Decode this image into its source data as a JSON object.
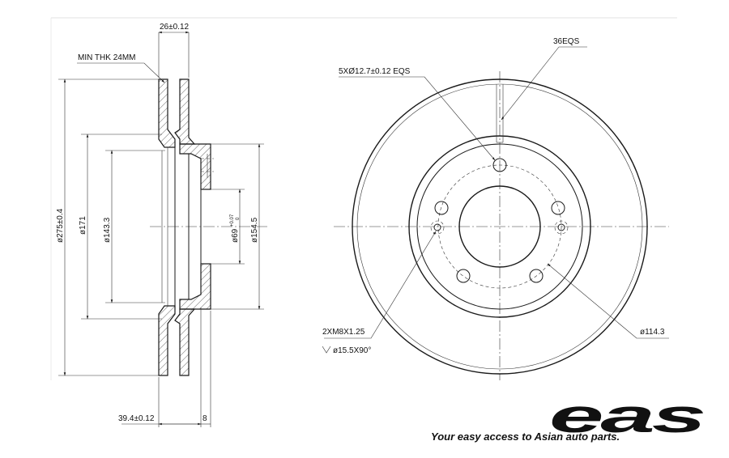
{
  "labels": {
    "thickness": "26±0.12",
    "min_thk": "MIN THK 24MM",
    "dia_outer": "ø275±0.4",
    "dia_171": "ø171",
    "dia_143": "ø143.3",
    "dia_69": "ø69",
    "dia_69_tol": "+0.07",
    "dia_69_tol2": "0",
    "dia_154": "ø154.5",
    "offset": "39.4±0.12",
    "hat_depth": "8",
    "eqs": "36EQS",
    "bolt_holes": "5XØ12.7±0.12 EQS",
    "threads": "2XM8X1.25",
    "chamfer": "ø15.5X90°",
    "pcd": "ø114.3"
  },
  "brand": {
    "logo_text": "eas",
    "tagline": "Your easy access to Asian auto parts."
  },
  "colors": {
    "line": "#1a1a1a",
    "brand": "#111111",
    "background": "#ffffff"
  }
}
